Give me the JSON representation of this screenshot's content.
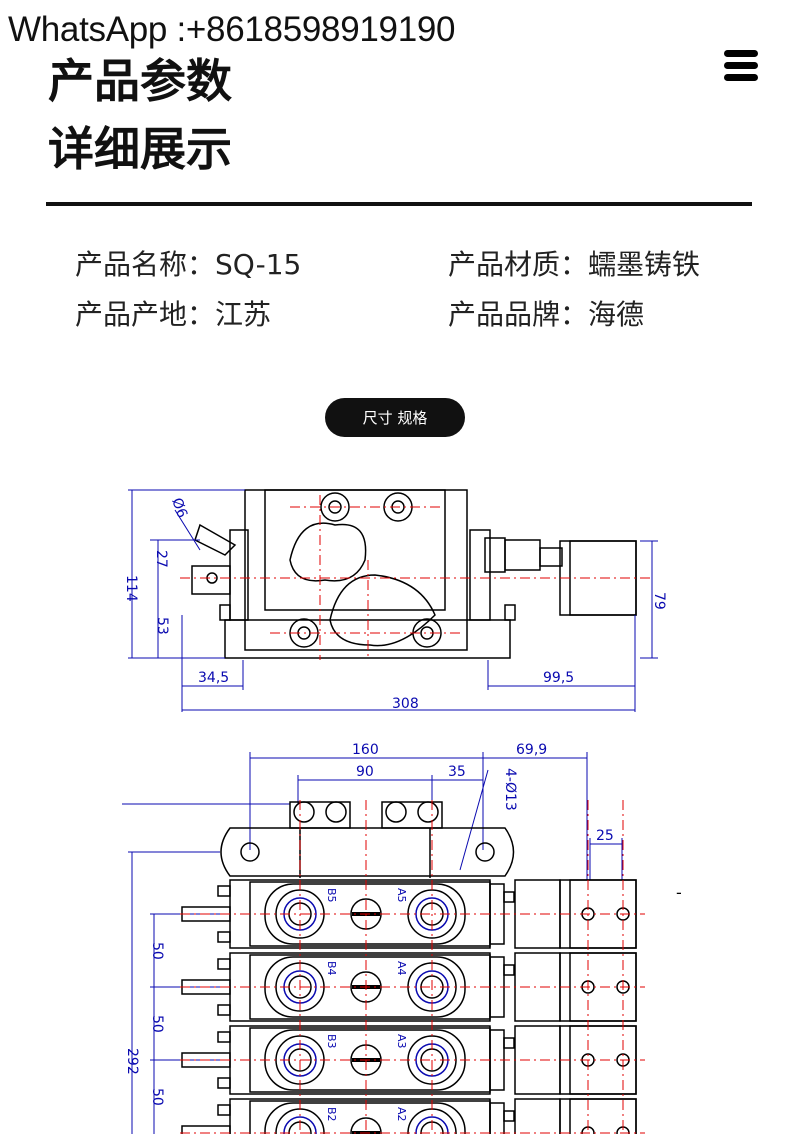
{
  "header": {
    "contact": "WhatsApp :+8618598919190",
    "title_line1": "产品参数",
    "title_line2": "详细展示",
    "menu_icon": "hamburger-menu-icon"
  },
  "params": [
    {
      "label": "产品名称：",
      "value": "SQ-15"
    },
    {
      "label": "产品材质：",
      "value": "蠕墨铸铁"
    },
    {
      "label": "产品产地：",
      "value": "江苏"
    },
    {
      "label": "产品品牌：",
      "value": "海德"
    }
  ],
  "section_button": "尺寸 规格",
  "drawing": {
    "dims": {
      "d6": "Ø6",
      "h114": "114",
      "h27": "27",
      "h53": "53",
      "w34": "34,5",
      "w99": "99,5",
      "w308": "308",
      "h79": "79",
      "w160": "160",
      "w69": "69,9",
      "w90": "90",
      "w35": "35",
      "hole": "4-Ø13",
      "w25": "25",
      "p50a": "50",
      "p50b": "50",
      "p50c": "50",
      "h292": "292"
    },
    "ports": {
      "b5": "B5",
      "a5": "A5",
      "b4": "B4",
      "a4": "A4",
      "b3": "B3",
      "a3": "A3",
      "b2": "B2",
      "a2": "A2"
    },
    "dash": "-"
  },
  "colors": {
    "line": "#000000",
    "dim": "#0a0ab0",
    "center": "#e00000",
    "accent": "#111111"
  }
}
